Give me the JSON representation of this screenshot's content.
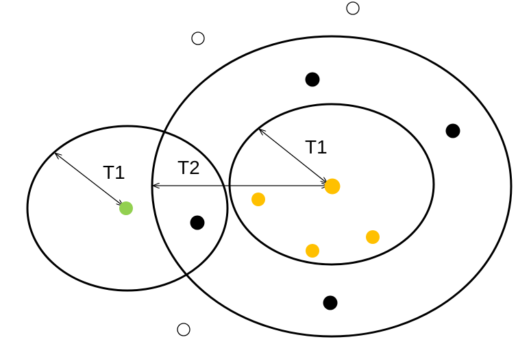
{
  "labels": {
    "left_radius": "T1",
    "right_radius": "T1",
    "distance": "T2"
  },
  "colors": {
    "stroke": "#000000",
    "green_point": "#92d050",
    "yellow_point": "#ffc000",
    "black_point": "#000000",
    "hollow_fill": "#ffffff"
  }
}
